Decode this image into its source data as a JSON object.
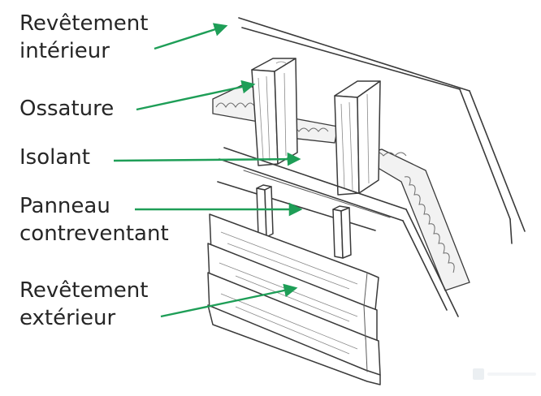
{
  "labels": {
    "revetement_interieur": [
      "Revêtement",
      "intérieur"
    ],
    "ossature": "Ossature",
    "isolant": "Isolant",
    "panneau_contreventant": [
      "Panneau",
      "contreventant"
    ],
    "revetement_exterieur": [
      "Revêtement",
      "extérieur"
    ]
  },
  "colors": {
    "arrow": "#1e9e57",
    "text": "#262626",
    "sketch": "#3a3a3a"
  }
}
